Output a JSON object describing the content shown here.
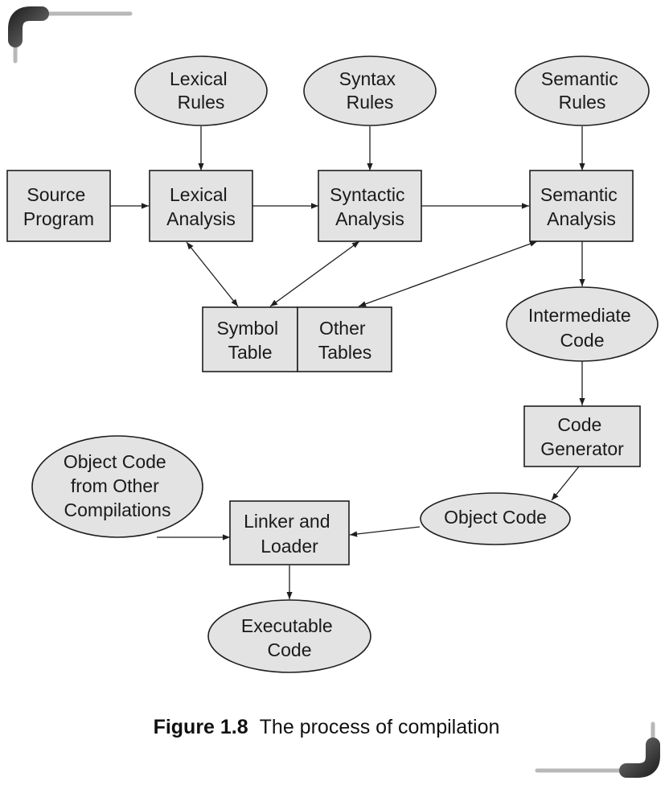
{
  "figure": {
    "caption_number": "Figure 1.8",
    "caption_text": "The process of compilation"
  },
  "nodes": {
    "lexical_rules": [
      "Lexical",
      "Rules"
    ],
    "syntax_rules": [
      "Syntax",
      "Rules"
    ],
    "semantic_rules": [
      "Semantic",
      "Rules"
    ],
    "source_program": [
      "Source",
      "Program"
    ],
    "lexical_analysis": [
      "Lexical",
      "Analysis"
    ],
    "syntactic_analysis": [
      "Syntactic",
      "Analysis"
    ],
    "semantic_analysis": [
      "Semantic",
      "Analysis"
    ],
    "symbol_table": [
      "Symbol",
      "Table"
    ],
    "other_tables": [
      "Other",
      "Tables"
    ],
    "intermediate_code": [
      "Intermediate",
      "Code"
    ],
    "code_generator": [
      "Code",
      "Generator"
    ],
    "object_code_other": [
      "Object Code",
      "from Other",
      "Compilations"
    ],
    "linker_loader": [
      "Linker and",
      "Loader"
    ],
    "object_code": [
      "Object Code"
    ],
    "executable_code": [
      "Executable",
      "Code"
    ]
  },
  "colors": {
    "node_fill": "#e3e3e3",
    "stroke": "#1e1e1e",
    "corner_dark": "#3a3a3a",
    "corner_light": "#b8b8b8"
  }
}
